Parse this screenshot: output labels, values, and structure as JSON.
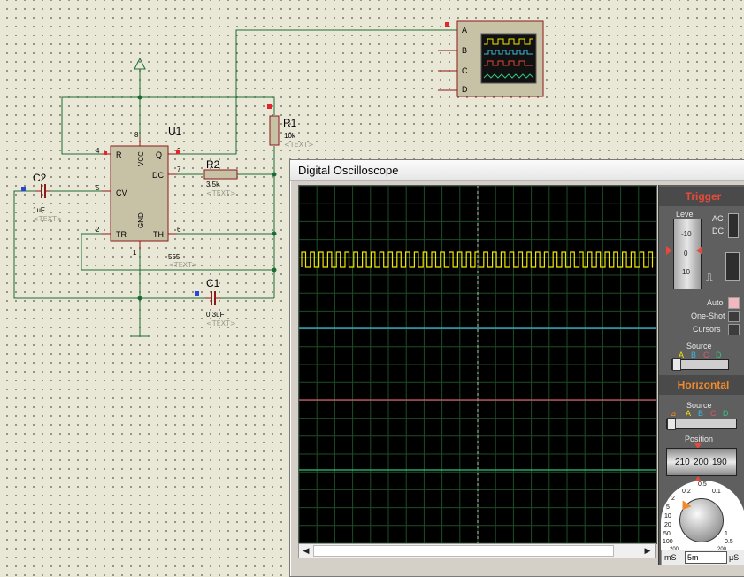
{
  "schematic": {
    "u1": {
      "ref": "U1",
      "part": "555",
      "text_tag": "<TEXT>",
      "pins": {
        "R": "R",
        "VCC": "VCC",
        "Q": "Q",
        "DC": "DC",
        "CV": "CV",
        "TR": "TR",
        "GND": "GND",
        "TH": "TH"
      },
      "pin_numbers": {
        "r": "4",
        "vcc": "8",
        "q": "3",
        "dc": "7",
        "cv": "5",
        "tr": "2",
        "gnd": "1",
        "th": "6"
      }
    },
    "r1": {
      "ref": "R1",
      "value": "10k",
      "text_tag": "<TEXT>"
    },
    "r2": {
      "ref": "R2",
      "value": "3.5k",
      "text_tag": "<TEXT>"
    },
    "c1": {
      "ref": "C1",
      "value": "0.3uF",
      "text_tag": "<TEXT>"
    },
    "c2": {
      "ref": "C2",
      "value": "1uF",
      "text_tag": "<TEXT>"
    },
    "scope_symbol": {
      "channels": [
        "A",
        "B",
        "C",
        "D"
      ]
    }
  },
  "oscilloscope": {
    "title": "Digital Oscilloscope",
    "traces": [
      {
        "channel": "A",
        "color": "#f1e600",
        "type": "square"
      },
      {
        "channel": "B",
        "color": "#3fb8d8",
        "type": "flat"
      },
      {
        "channel": "C",
        "color": "#d85a6a",
        "type": "flat"
      },
      {
        "channel": "D",
        "color": "#39c080",
        "type": "flat"
      }
    ],
    "trigger": {
      "title": "Trigger",
      "level_label": "Level",
      "level_ticks": [
        "-10",
        "0",
        "10"
      ],
      "ac_label": "AC",
      "dc_label": "DC",
      "auto_label": "Auto",
      "oneshot_label": "One-Shot",
      "cursors_label": "Cursors",
      "source_label": "Source",
      "source_channels": [
        "A",
        "B",
        "C",
        "D"
      ]
    },
    "horizontal": {
      "title": "Horizontal",
      "source_label": "Source",
      "source_channels": [
        "A",
        "B",
        "C",
        "D"
      ],
      "position_label": "Position",
      "position_values": [
        "210",
        "200",
        "190"
      ],
      "dial_ticks": [
        "0.5",
        "0.2",
        "0.1",
        "0.2",
        "2",
        "5",
        "10",
        "20",
        "50",
        "100",
        "200",
        "200",
        "1",
        "0.5"
      ],
      "timebase_value": "5m",
      "unit_left": "mS",
      "unit_right": "µS"
    },
    "colors": {
      "accent_red": "#e74a3c",
      "accent_orange": "#f08a2c",
      "trace_yellow": "#f1e600"
    }
  }
}
